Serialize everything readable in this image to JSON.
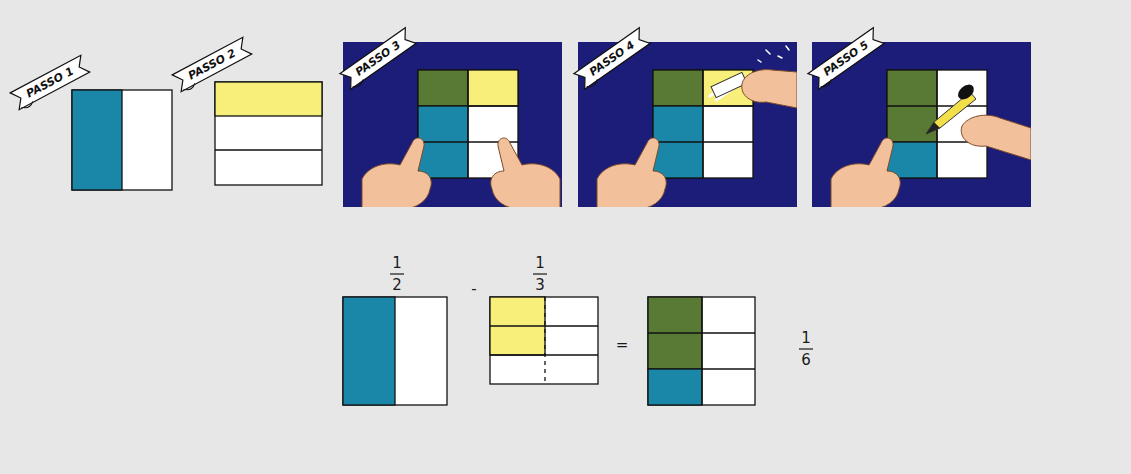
{
  "diagram": {
    "nodes": [
      {
        "text": [
          "PASSO 1"
        ]
      },
      {
        "text": [
          "PASSO 2"
        ]
      },
      {
        "text": [
          "PASSO 3"
        ]
      },
      {
        "text": [
          "PASSO 4"
        ]
      },
      {
        "text": [
          "PASSO 5"
        ]
      }
    ],
    "labels": [
      "1",
      "2",
      "-",
      "1",
      "3",
      "=",
      "1",
      "6"
    ]
  }
}
